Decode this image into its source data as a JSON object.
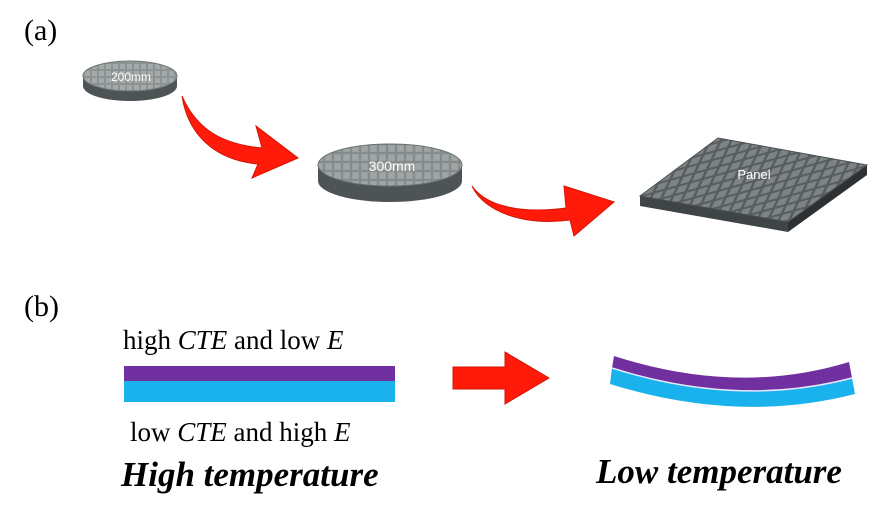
{
  "panel_a": {
    "label": "(a)",
    "wafer_small_label": "200mm",
    "wafer_large_label": "300mm",
    "panel_label": "Panel"
  },
  "panel_b": {
    "label": "(b)",
    "top_layer": {
      "prefix": "high ",
      "cte": "CTE",
      "middle": " and low ",
      "e": "E"
    },
    "bottom_layer": {
      "prefix": "low ",
      "cte": "CTE",
      "middle": " and high ",
      "e": "E"
    },
    "high_temp_label": "High temperature",
    "low_temp_label": "Low temperature"
  },
  "colors": {
    "arrow_red": "#ff1a0a",
    "purple_layer": "#7130a0",
    "cyan_layer": "#19b2ec",
    "wafer_gray": "#8a9090",
    "wafer_dark": "#4e5456"
  }
}
